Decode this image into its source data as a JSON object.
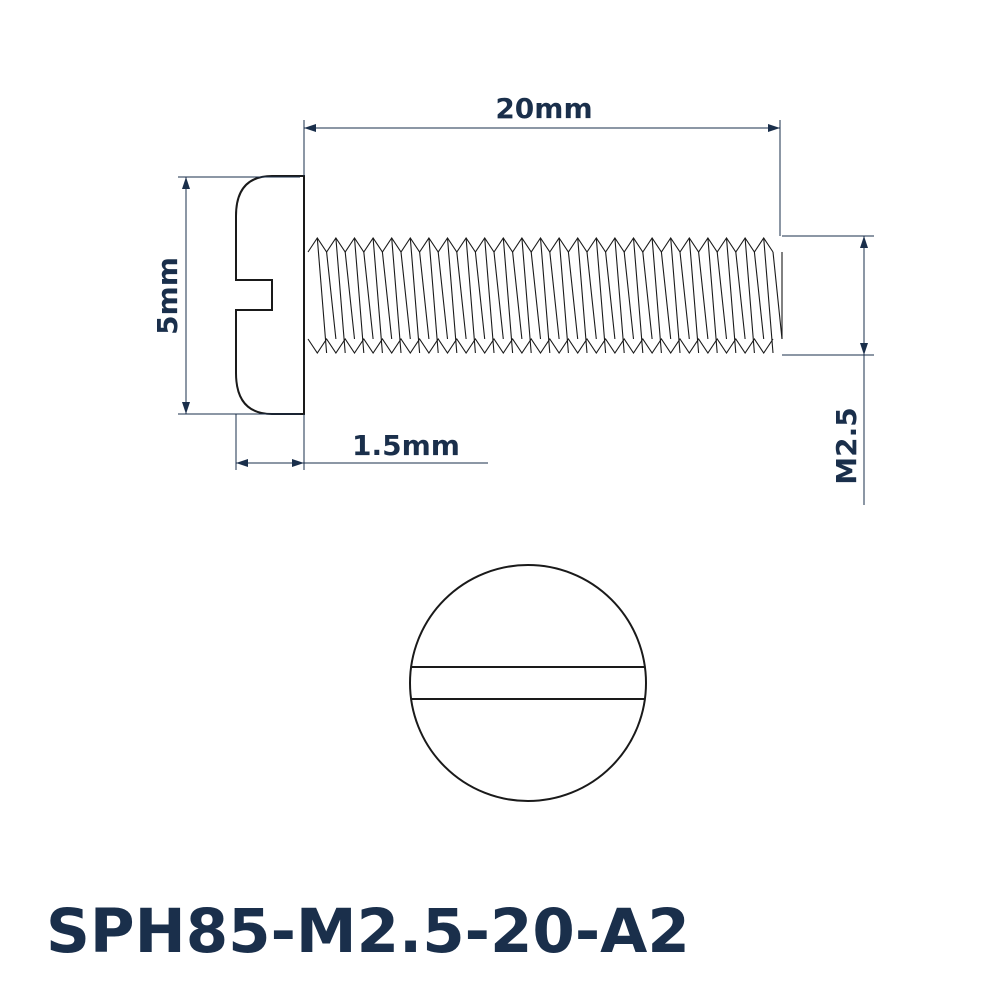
{
  "drawing": {
    "labels": {
      "length": "20mm",
      "head_diameter": "5mm",
      "head_height": "1.5mm",
      "thread_size": "M2.5"
    },
    "part_code": "SPH85-M2.5-20-A2"
  },
  "colors": {
    "text": "#1a2f4b",
    "outline": "#1a1a1a"
  }
}
